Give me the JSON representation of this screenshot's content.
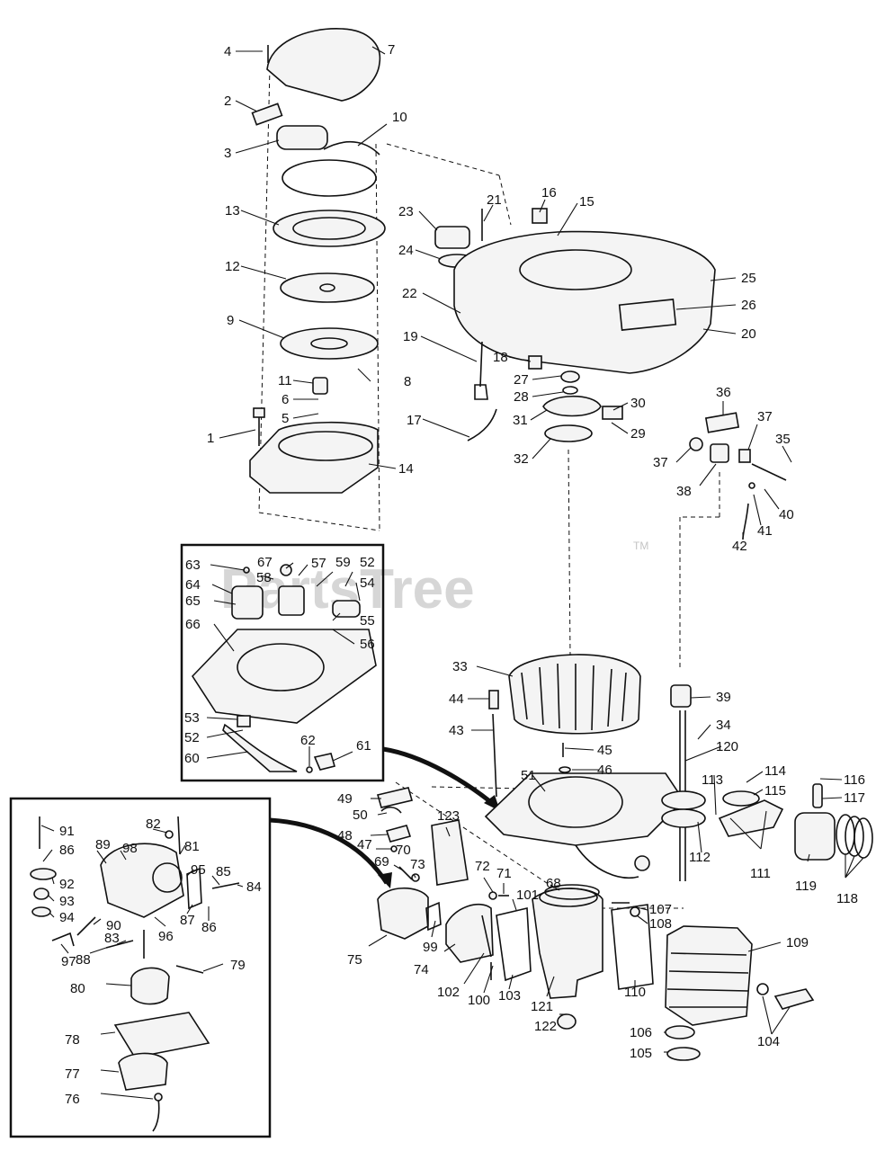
{
  "watermark": {
    "brand": "PartsTree",
    "mark": "TM"
  },
  "callouts": [
    "1",
    "2",
    "3",
    "4",
    "5",
    "6",
    "7",
    "8",
    "9",
    "10",
    "11",
    "12",
    "13",
    "14",
    "15",
    "16",
    "17",
    "18",
    "19",
    "20",
    "21",
    "22",
    "23",
    "24",
    "25",
    "26",
    "27",
    "28",
    "29",
    "30",
    "31",
    "32",
    "33",
    "34",
    "35",
    "36",
    "37",
    "37",
    "38",
    "39",
    "40",
    "41",
    "42",
    "43",
    "44",
    "45",
    "46",
    "47",
    "48",
    "49",
    "50",
    "51",
    "52",
    "52",
    "53",
    "54",
    "55",
    "56",
    "57",
    "58",
    "59",
    "60",
    "61",
    "62",
    "63",
    "64",
    "65",
    "66",
    "67",
    "68",
    "69",
    "70",
    "71",
    "72",
    "73",
    "74",
    "75",
    "76",
    "77",
    "78",
    "79",
    "80",
    "81",
    "82",
    "83",
    "84",
    "85",
    "86",
    "86",
    "87",
    "88",
    "89",
    "90",
    "91",
    "92",
    "93",
    "94",
    "95",
    "96",
    "97",
    "98",
    "99",
    "100",
    "101",
    "102",
    "103",
    "104",
    "105",
    "106",
    "107",
    "108",
    "109",
    "110",
    "111",
    "112",
    "113",
    "114",
    "115",
    "116",
    "117",
    "118",
    "119",
    "120",
    "121",
    "122",
    "123"
  ]
}
